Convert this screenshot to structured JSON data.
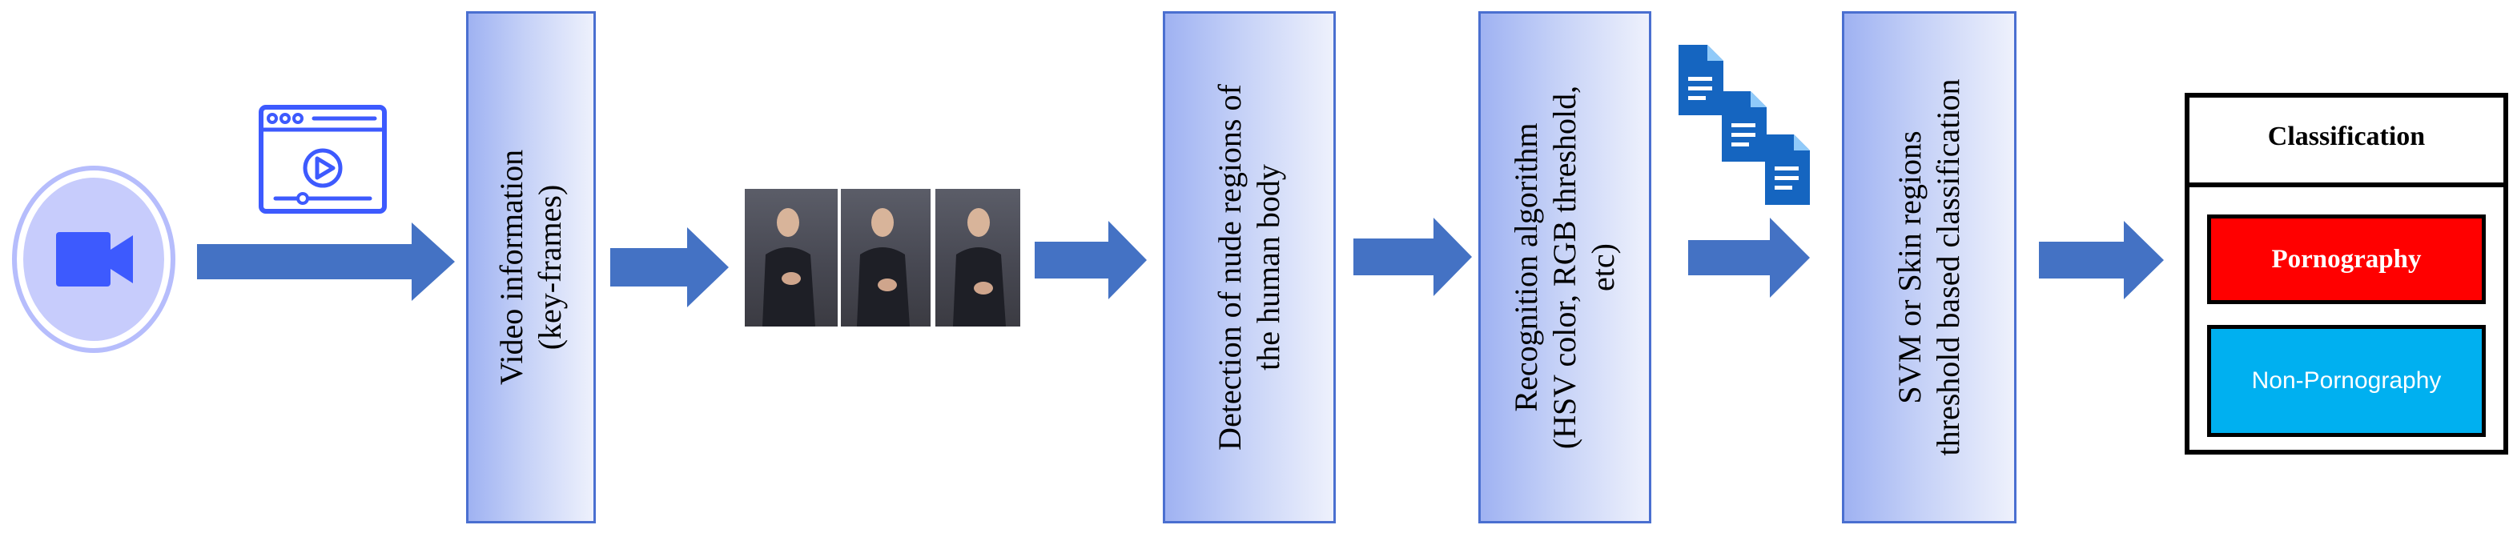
{
  "colors": {
    "arrow": "#4472c4",
    "box_border": "#4a6fd0",
    "icon_blue": "#3d5afe",
    "porn_fill": "#ff0000",
    "nonporn_fill": "#00b0f0",
    "doc_blue": "#1565c0"
  },
  "icons": {
    "camera": "video-camera-icon",
    "player": "video-player-window-icon",
    "documents": "document-stack-icon"
  },
  "steps": {
    "video_info": {
      "lines": [
        "Video information",
        "(key-frames)"
      ]
    },
    "detection": {
      "lines": [
        "Detection of nude regions of",
        "the human body"
      ]
    },
    "recognition": {
      "lines": [
        "Recognition algorithm",
        "(HSV color, RGB threshold,",
        "etc)"
      ]
    },
    "svm": {
      "lines": [
        "SVM or  Skin regions",
        "threshold based classification"
      ]
    }
  },
  "classification": {
    "title": "Classification",
    "pornography": "Pornography",
    "non_pornography": "Non-Pornography"
  }
}
